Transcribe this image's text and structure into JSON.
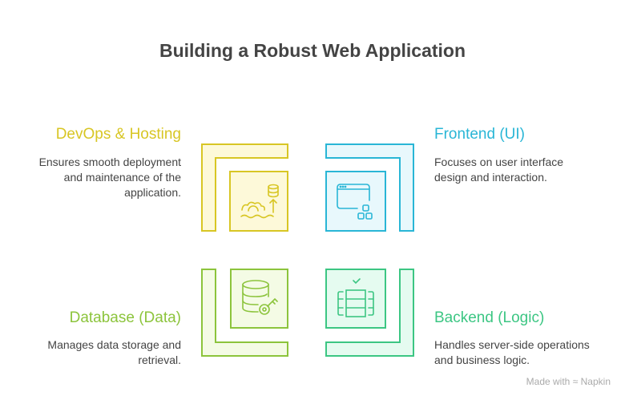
{
  "title": "Building a Robust Web Application",
  "quadrants": [
    {
      "heading": "DevOps & Hosting",
      "description_lines": [
        "Ensures smooth deployment",
        "and maintenance of the",
        "application."
      ],
      "color": "#D8C624",
      "fill": "#FDF9D9",
      "icon": "cloud-gear-database-upload-icon"
    },
    {
      "heading": "Frontend (UI)",
      "description_lines": [
        "Focuses on user interface",
        "design and interaction."
      ],
      "color": "#29B6D6",
      "fill": "#E8F8FC",
      "icon": "browser-window-components-icon"
    },
    {
      "heading": "Database (Data)",
      "description_lines": [
        "Manages data storage and",
        "retrieval."
      ],
      "color": "#8CC43C",
      "fill": "#F4FBE5",
      "icon": "database-key-icon"
    },
    {
      "heading": "Backend (Logic)",
      "description_lines": [
        "Handles server-side operations",
        "and business logic."
      ],
      "color": "#3CC683",
      "fill": "#E5FBF0",
      "icon": "server-stack-check-icon"
    }
  ],
  "footer": {
    "made_with": "Made with",
    "brand": "Napkin"
  }
}
